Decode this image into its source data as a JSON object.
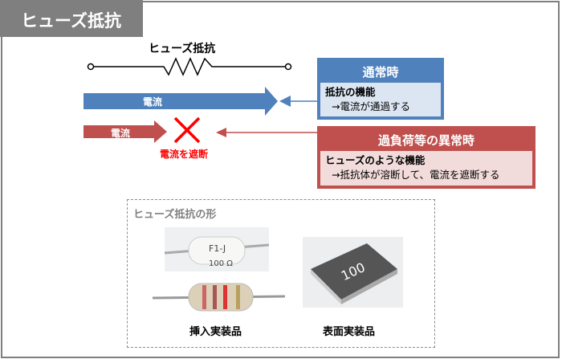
{
  "title": "ヒューズ抵抗",
  "diagram": {
    "resistor_label": "ヒューズ抵抗",
    "current_label": "電流",
    "blocked_label": "電流を遮断"
  },
  "normal": {
    "header": "通常時",
    "heading": "抵抗の機能",
    "desc": "→電流が通過する",
    "color": "#4f81bd"
  },
  "abnormal": {
    "header": "過負荷等の異常時",
    "heading": "ヒューズのような機能",
    "desc": "→抵抗体が溶断して、電流を遮断する",
    "color": "#c0504d"
  },
  "shapes": {
    "title": "ヒューズ抵抗の形",
    "through_hole": "挿入実装品",
    "surface_mount": "表面実装品",
    "marking_top": "F1-J",
    "marking_value": "100 Ω",
    "smd_marking": "100"
  }
}
